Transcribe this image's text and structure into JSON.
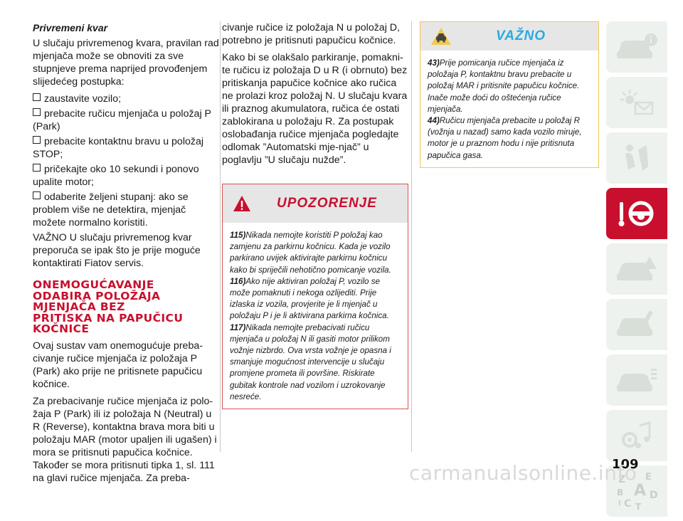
{
  "col1": {
    "heading": "Privremeni kvar",
    "intro": "U slučaju privremenog kvara, pravilan rad mjenjača može se obnoviti za sve stupnjeve prema naprijed provođenjem slijedećeg postupka:",
    "steps": [
      "zaustavite vozilo;",
      "prebacite ručicu mjenjača u položaj P (Park)",
      "prebacite kontaktnu bravu u položaj STOP;",
      "pričekajte oko 10 sekundi i ponovo upalite motor;",
      "odaberite željeni stupanj: ako se problem više ne detektira, mjenjač možete normalno koristiti."
    ],
    "note": "VAŽNO U slučaju privremenog kvar preporuča se ipak što je prije moguće kontaktirati Fiatov servis.",
    "section_heading": [
      "ONEMOGUĆAVANJE",
      "ODABIRA POLOŽAJA",
      "MJENJAČA BEZ",
      "PRITISKA NA PAPUČICU",
      "KOČNICE"
    ],
    "para1": "Ovaj sustav vam onemogućuje preba-civanje ručice mjenjača iz položaja P (Park) ako prije ne pritisnete papučicu kočnice.",
    "para2": "Za prebacivanje ručice mjenjača iz polo-žaja P (Park) ili iz položaja N (Neutral) u R (Reverse), kontaktna brava mora biti u položaju MAR (motor upaljen ili ugašen) i mora se pritisnuti papučica kočnice. Također se mora pritisnuti tipka 1, sl. 111 na glavi ručice mjenjača. Za preba-"
  },
  "col2": {
    "para1": "civanje ručice iz položaja N u položaj D, potrebno je pritisnuti papučicu kočnice.",
    "para2": "Kako bi se olakšalo parkiranje, pomakni-te ručicu iz položaja D u R (i obrnuto) bez pritiskanja papučice kočnice ako ručica ne prolazi kroz položaj N. U slučaju kvara ili praznog akumulatora, ručica će ostati zablokirana u položaju R. Za postupak oslobađanja ručice mjenjača pogledajte odlomak ”Automatski mje-njač” u poglavlju ”U slučaju nužde”.",
    "warning": {
      "title": "UPOZORENJE",
      "items": [
        {
          "num": "115)",
          "text": "Nikada nemojte koristiti P položaj kao zamjenu za parkirnu kočnicu. Kada je vozilo parkirano uvijek aktivirajte parkirnu kočnicu kako bi spriječili nehotično pomicanje vozila."
        },
        {
          "num": "116)",
          "text": "Ako nije aktiviran položaj P, vozilo se može pomaknuti i nekoga ozlijediti. Prije izlaska iz vozila, provjerite je li mjenjač u položaju P i je li aktivirana parkirna kočnica."
        },
        {
          "num": "117)",
          "text": "Nikada nemojte prebacivati ručicu mjenjača u položaj N ili gasiti motor prilikom vožnje nizbrdo. Ova vrsta vožnje je opasna i smanjuje mogućnost intervencije u slučaju promjene prometa ili površine. Riskirate gubitak kontrole nad vozilom i uzrokovanje nesreće."
        }
      ]
    }
  },
  "col3": {
    "important": {
      "title": "VAŽNO",
      "items": [
        {
          "num": "43)",
          "text": "Prije pomicanja ručice mjenjača iz položaja P, kontaktnu bravu prebacite u položaj MAR i pritisnite papučicu kočnice. Inače može doći do oštećenja ručice mjenjača."
        },
        {
          "num": "44)",
          "text": "Ručicu mjenjača prebacite u položaj R (vožnja u nazad) samo kada vozilo miruje, motor je u praznom hodu i nije pritisnuta papučica gasa."
        }
      ]
    }
  },
  "tabs": [
    {
      "icon": "car-info-icon",
      "active": false
    },
    {
      "icon": "dashboard-lights-icon",
      "active": false
    },
    {
      "icon": "airbag-seat-icon",
      "active": false
    },
    {
      "icon": "steering-key-icon",
      "active": true
    },
    {
      "icon": "car-warning-icon",
      "active": false
    },
    {
      "icon": "car-maintenance-icon",
      "active": false
    },
    {
      "icon": "car-specs-icon",
      "active": false
    },
    {
      "icon": "multimedia-icon",
      "active": false
    },
    {
      "icon": "index-letters-icon",
      "active": false
    }
  ],
  "index_letters": [
    "Z",
    "E",
    "B",
    "A",
    "C",
    "T",
    "D",
    "I"
  ],
  "colors": {
    "accent_red": "#c8102e",
    "important_blue": "#29abe2",
    "important_border": "#f2c94c",
    "tab_bg": "#eef2ee"
  },
  "page_number": "109",
  "watermark": "carmanualsonline.info"
}
